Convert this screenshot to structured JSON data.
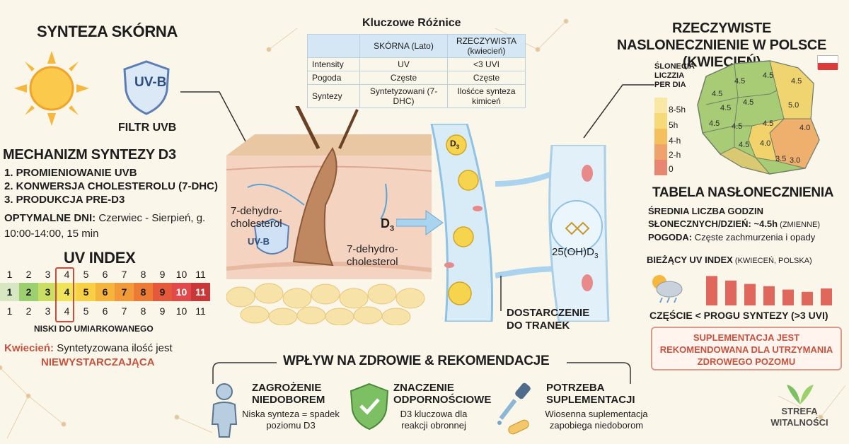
{
  "left": {
    "title": "SYNTEZA SKÓRNA",
    "shield_label": "UV-B",
    "filter_label": "FILTR UVB",
    "mechanism_title": "MECHANIZM SYNTEZY D3",
    "mechanism_steps": [
      "1. PROMIENIOWANIE UVB",
      "2. KONWERSJA CHOLESTEROLU (7-DHC)",
      "3. PRODUKCJA PRE-D3"
    ],
    "optimal_label": "OPTYMALNE DNI:",
    "optimal_text": " Czerwiec - Sierpień, g. 10:00-14:00, 15 min",
    "uv_index_title": "UV INDEX",
    "uv_top": [
      "1",
      "2",
      "3",
      "4",
      "5",
      "6",
      "7",
      "8",
      "9",
      "10",
      "11"
    ],
    "uv_scale": [
      "1",
      "2",
      "3",
      "4",
      "5",
      "6",
      "7",
      "8",
      "9",
      "10",
      "11"
    ],
    "uv_bottom": [
      "1",
      "2",
      "3",
      "4",
      "5",
      "6",
      "7",
      "8",
      "9",
      "10",
      "11"
    ],
    "uv_selected": 4,
    "low_moderate": "NISKI DO UMIARKOWANEGO",
    "april_label": "Kwiecień:",
    "april_text": " Syntetyzowana ilość jest",
    "april_emph": "NIEWYSTARCZAJĄCA"
  },
  "table": {
    "title": "Kluczowe Różnice",
    "headers": [
      "",
      "SKÓRNA (Lato)",
      "RZECZYWISTA (kwiecień)"
    ],
    "rows": [
      [
        "Intensity",
        "UV",
        "<3 UVI"
      ],
      [
        "Pogoda",
        "Częste",
        "Częste"
      ],
      [
        "Syntezy",
        "Syntetyzowani (7-DHC)",
        "Ilośćce synteza kimiceń"
      ]
    ]
  },
  "diagram": {
    "dehydro_1": "7-dehydro-cholesterol",
    "uvb_small": "UV-B",
    "d3": "D",
    "d3_sub": "3",
    "dehydro_2": "7-dehydro-cholesterol",
    "d3_bubble": "D",
    "d3_bubble_sub": "3",
    "hydroxy_main": "25(OH)D",
    "hydroxy_sub": "3",
    "deliver": "DOSTARCZENIE DO TRANEK"
  },
  "right": {
    "map_title": "RZECZYWISTE NASLONECZNIENIE W POLSCE (KWIECIEŃ)",
    "legend_title": "ŚLONECIA LICZZIA PER DIA",
    "legend_labels": [
      "8-5h",
      "5h",
      "4-h",
      "2-h",
      "0"
    ],
    "region_values": [
      "4.5",
      "4.5",
      "4.5",
      "4.5",
      "4.5",
      "4.5",
      "4.5",
      "4.5",
      "5.0",
      "4.5",
      "4.0",
      "4.0",
      "4.5",
      "3.5",
      "3.0"
    ],
    "sun_table_title": "TABELA NASŁONECZNIENIA",
    "sun_line1": "ŚREDNIA LICZBA GODZIN",
    "sun_line2_a": "SŁONECZNYCH/DZIEŃ: ",
    "sun_line2_b": "~4.5h",
    "sun_line2_c": " (ZMIENNE)",
    "weather_label": "POGODA:",
    "weather_text": " Częste zachmurzenia i opady",
    "uv_current_title": "BIEŻĄCY UV INDEX",
    "uv_current_sub": " (KWIECEŃ, POLSKA)",
    "uv_bars": [
      2.6,
      2.2,
      1.9,
      1.7,
      1.4,
      1.2,
      1.5
    ],
    "below_threshold": "CZĘŚCIE < PROGU SYNTEZY (>3 UVI)",
    "supplement_note": "SUPLEMENTACJA JEST REKOMENDOWANA DLA UTRZYMANIA ZDROWEGO POZOMU"
  },
  "bottom": {
    "title": "WPŁYW NA ZDROWIE & REKOMENDACJE",
    "features": [
      {
        "title": "ZAGROŻENIE NIEDOBOREM",
        "body": "Niska synteza = spadek poziomu D3"
      },
      {
        "title": "ZNACZENIE ODPORNOŚCIOWE",
        "body": "D3 kluczowa dla reakcji obronnej"
      },
      {
        "title": "POTRZEBA SUPLEMENTACJI",
        "body": "Wiosenna suplementacja zapobiega niedoborom"
      }
    ],
    "brand_1": "STREFA",
    "brand_2": "WITALNOŚCI"
  },
  "colors": {
    "background": "#fbf6ea",
    "uv_scale": [
      "#d7e7c2",
      "#9ccf6f",
      "#c9de62",
      "#f0e35c",
      "#f7d046",
      "#f5b43d",
      "#f29a3a",
      "#ec7b35",
      "#e4593a",
      "#e14a4a",
      "#c93838"
    ],
    "accent_red": "#c9523f",
    "map_green": "#9bc56e",
    "map_yellow": "#f2d36b",
    "map_orange": "#ef9c6c"
  }
}
